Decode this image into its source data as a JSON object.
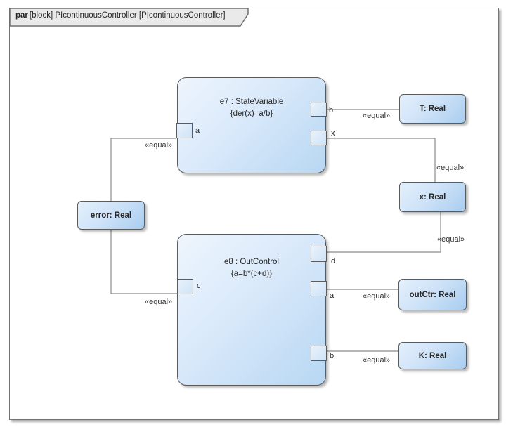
{
  "frame": {
    "tab_kind": "par",
    "tab_title": "[block] PIcontinuousController [PIcontinuousController]"
  },
  "e7": {
    "name": "e7 : StateVariable",
    "constraint": "{der(x)=a/b}",
    "port_a": "a",
    "port_b": "b",
    "port_x": "x"
  },
  "e8": {
    "name": "e8 : OutControl",
    "constraint": "{a=b*(c+d)}",
    "port_c": "c",
    "port_d": "d",
    "port_a": "a",
    "port_b": "b"
  },
  "values": {
    "error": "error: Real",
    "t": "T: Real",
    "x": "x: Real",
    "outctr": "outCtr: Real",
    "k": "K: Real"
  },
  "labels": {
    "equal": "«equal»"
  },
  "colors": {
    "node_border": "#5b5b5b",
    "node_fill_light": "#eef5fd",
    "node_fill_dark": "#b7d7f3",
    "value_fill_light": "#e4f0fc",
    "value_fill_dark": "#a9cdef",
    "port_fill_light": "#e8f2fc",
    "port_fill_dark": "#cfe3f7",
    "connector": "#8b8b8b",
    "frame_border": "#747474",
    "tab_fill": "#eaeaea",
    "text": "#262626"
  }
}
